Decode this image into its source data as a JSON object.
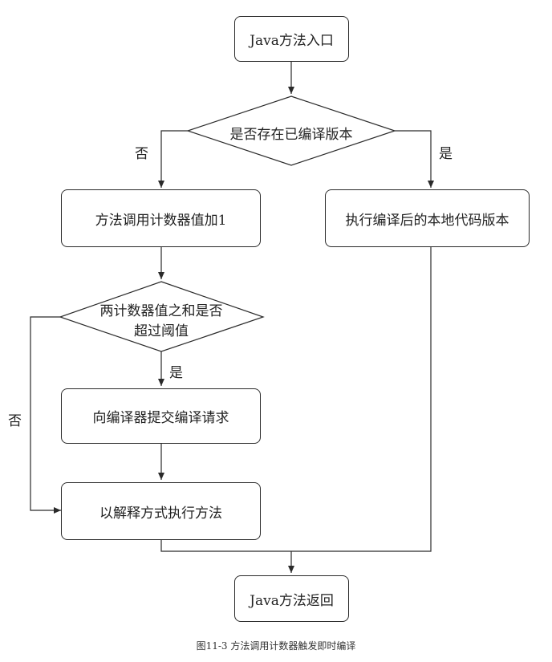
{
  "nodes": {
    "start": "Java方法入口",
    "check_compiled": "是否存在已编译版本",
    "counter_inc": "方法调用计数器值加1",
    "exec_native": "执行编译后的本地代码版本",
    "threshold_line1": "两计数器值之和是否",
    "threshold_line2": "超过阈值",
    "submit_compile": "向编译器提交编译请求",
    "interpret": "以解释方式执行方法",
    "end": "Java方法返回"
  },
  "edge_labels": {
    "no_left_top": "否",
    "yes_right_top": "是",
    "yes_threshold": "是",
    "no_threshold": "否"
  },
  "caption": "图11-3    方法调用计数器触发即时编译"
}
